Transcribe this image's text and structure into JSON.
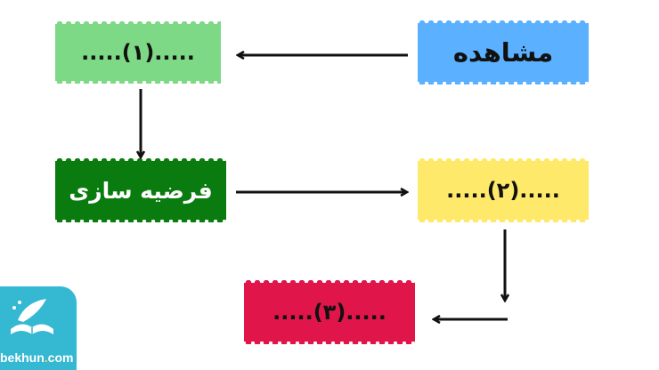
{
  "boxes": {
    "observation": "مشاهده",
    "blank1": ".....(۱).....",
    "hypothesis": "فرضیه سازی",
    "blank2": ".....(۲).....",
    "blank3": ".....(۳)....."
  },
  "logo": {
    "text_before_dot": "bekhun",
    "text_after_dot": "com",
    "icon": "book-pen-logo-icon"
  },
  "colors": {
    "observation": "#5bb1ff",
    "blank1": "#7ed986",
    "hypothesis": "#0a7b0e",
    "blank2": "#ffe96a",
    "blank3": "#e0164a",
    "logo": "#35b8d2"
  }
}
